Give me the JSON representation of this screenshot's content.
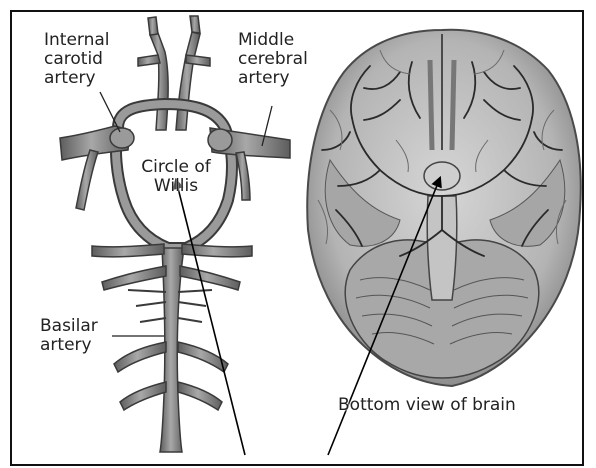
{
  "labels": {
    "internal_carotid": [
      "Internal",
      "carotid",
      "artery"
    ],
    "middle_cerebral": [
      "Middle",
      "cerebral",
      "artery"
    ],
    "circle_of_willis": [
      "Circle of",
      "Willis"
    ],
    "basilar": [
      "Basilar",
      "artery"
    ],
    "bottom_view": "Bottom view of brain"
  },
  "colors": {
    "vessel_fill": "#8a8a8a",
    "vessel_stroke": "#3a3a3a",
    "brain_fill": "#bdbdbd",
    "brain_shadow": "#8f8f8f",
    "vein": "#2a2a2a",
    "arrow": "#000000"
  }
}
